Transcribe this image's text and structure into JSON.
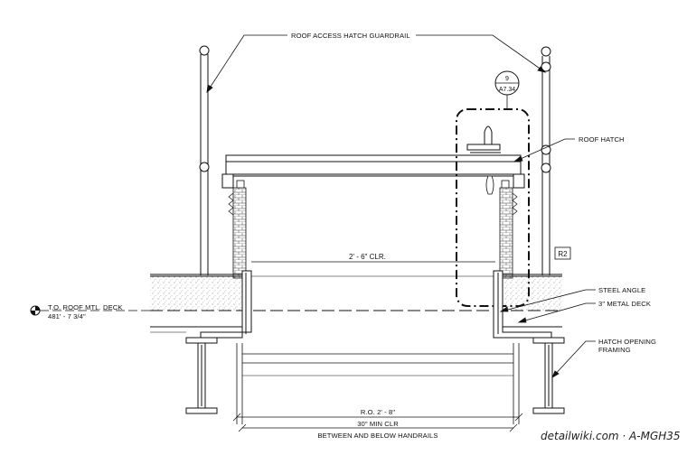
{
  "labels": {
    "guardrail": "ROOF ACCESS HATCH GUARDRAIL",
    "detail_number": "9",
    "detail_sheet": "A7.34",
    "roof_hatch": "ROOF HATCH",
    "clear_dim": "2' - 6\"  CLR.",
    "revision_tag": "R2",
    "elevation_name": "T.O. ROOF MTL. DECK",
    "elevation_value": "481' - 7 3/4\"",
    "steel_angle": "STEEL ANGLE",
    "metal_deck": "3\" METAL DECK",
    "framing_line1": "HATCH OPENING",
    "framing_line2": "FRAMING",
    "rough_opening": "R.O. 2' - 8\"",
    "min_clear": "30\" MIN CLR",
    "between": "BETWEEN AND BELOW  HANDRAILS"
  },
  "watermark": "detailwiki.com · A-MGH35"
}
